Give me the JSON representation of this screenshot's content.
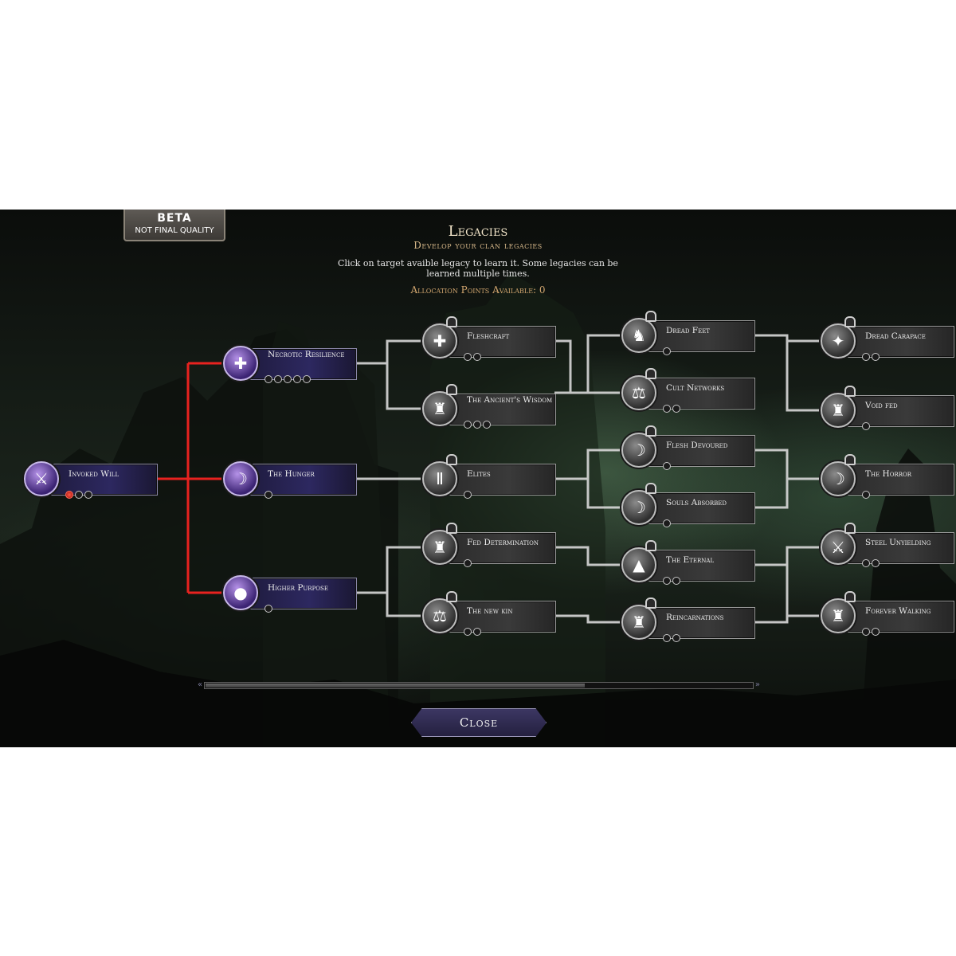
{
  "beta": {
    "line1": "BETA",
    "line2": "NOT FINAL QUALITY"
  },
  "header": {
    "title": "Legacies",
    "subtitle": "Develop your clan legacies",
    "instructions": "Click on target avaible legacy to learn it. Some legacies can be learned multiple times.",
    "allocation": "Allocation Points Available: 0"
  },
  "legacies": {
    "invoked_will": {
      "label": "Invoked Will",
      "icon": "dagger-icon",
      "ranks": 3,
      "learned": 1
    },
    "necrotic_resilience": {
      "label": "Necrotic Resilience",
      "icon": "heart-cross-icon",
      "ranks": 5,
      "learned": 0
    },
    "the_hunger": {
      "label": "The Hunger",
      "icon": "claw-icon",
      "ranks": 1,
      "learned": 0
    },
    "higher_purpose": {
      "label": "Higher Purpose",
      "icon": "drops-icon",
      "ranks": 1,
      "learned": 0
    },
    "fleshcraft": {
      "label": "Fleshcraft",
      "icon": "heart-cross-icon",
      "ranks": 2,
      "learned": 0
    },
    "the_ancients_wisdom": {
      "label": "The Ancient's Wisdom",
      "icon": "figure-icon",
      "ranks": 3,
      "learned": 0
    },
    "elites": {
      "label": "Elites",
      "icon": "roman-two-icon",
      "ranks": 1,
      "learned": 0
    },
    "fed_determination": {
      "label": "Fed Determination",
      "icon": "figure-icon",
      "ranks": 1,
      "learned": 0
    },
    "the_new_kin": {
      "label": "The new kin",
      "icon": "scales-icon",
      "ranks": 2,
      "learned": 0
    },
    "dread_feet": {
      "label": "Dread Feet",
      "icon": "boot-icon",
      "ranks": 1,
      "learned": 0
    },
    "cult_networks": {
      "label": "Cult Networks",
      "icon": "scales-icon",
      "ranks": 2,
      "learned": 0
    },
    "flesh_devoured": {
      "label": "Flesh Devoured",
      "icon": "claw-icon",
      "ranks": 1,
      "learned": 0
    },
    "souls_absorbed": {
      "label": "Souls Absorbed",
      "icon": "claw-icon",
      "ranks": 1,
      "learned": 0
    },
    "the_eternal": {
      "label": "The Eternal",
      "icon": "triangle-icon",
      "ranks": 2,
      "learned": 0
    },
    "reincarnations": {
      "label": "Reincarnations",
      "icon": "figure-icon",
      "ranks": 2,
      "learned": 0
    },
    "dread_carapace": {
      "label": "Dread Carapace",
      "icon": "shield-icon",
      "ranks": 2,
      "learned": 0
    },
    "void_fed": {
      "label": "Void fed",
      "icon": "figure-icon",
      "ranks": 1,
      "learned": 0
    },
    "the_horror": {
      "label": "The Horror",
      "icon": "claw-icon",
      "ranks": 1,
      "learned": 0
    },
    "steel_unyielding": {
      "label": "Steel Unyielding",
      "icon": "sword-icon",
      "ranks": 2,
      "learned": 0
    },
    "forever_walking": {
      "label": "Forever Walking",
      "icon": "figure-icon",
      "ranks": 2,
      "learned": 0
    }
  },
  "scroll": {
    "position": 0.69
  },
  "footer": {
    "close_label": "Close"
  }
}
